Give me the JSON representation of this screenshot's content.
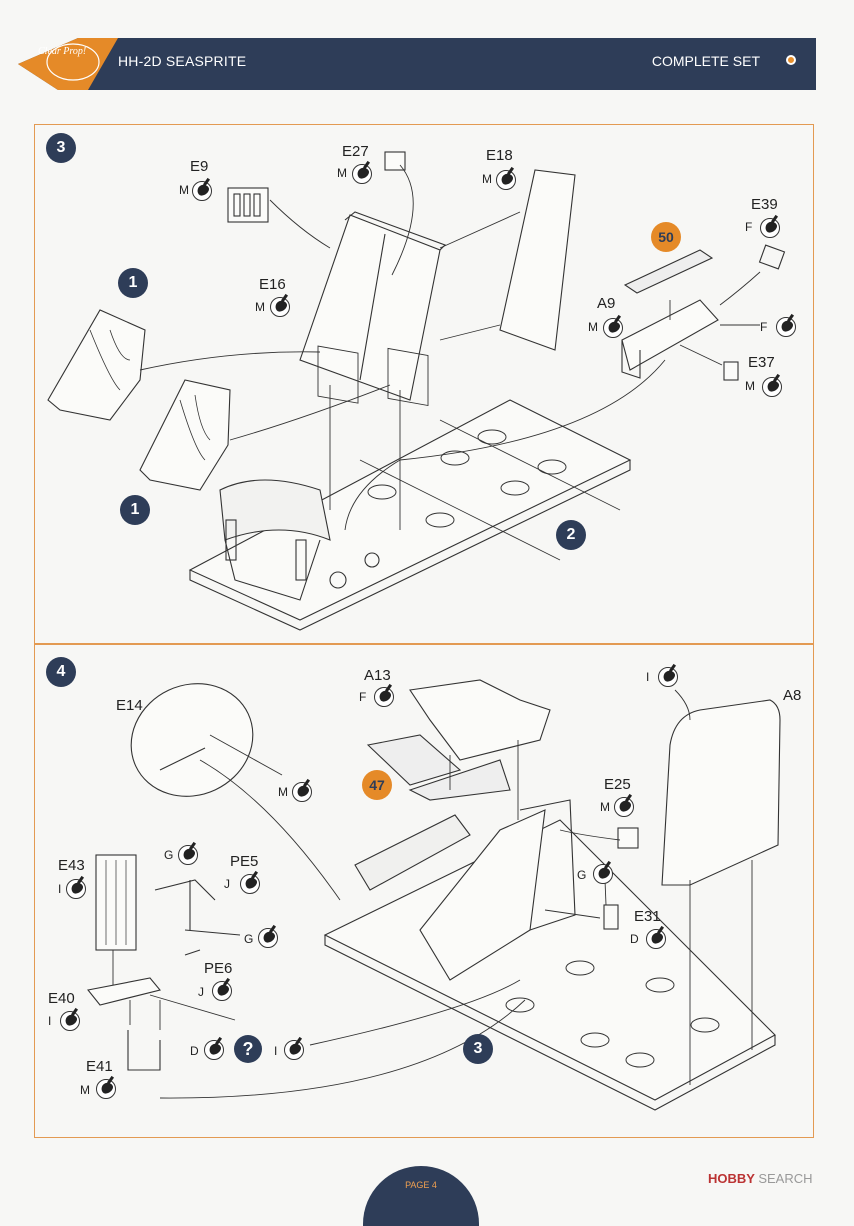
{
  "header": {
    "logo_text": "Clear Prop!",
    "title": "HH-2D SEASPRITE",
    "set_label": "COMPLETE SET"
  },
  "colors": {
    "navy": "#2e3d58",
    "orange": "#e58a28",
    "border": "#e39a52"
  },
  "step3": {
    "step_number": "3",
    "callouts": [
      "1",
      "1",
      "2"
    ],
    "etched_badge": "50",
    "parts": [
      {
        "id": "E9",
        "paint": "M"
      },
      {
        "id": "E27",
        "paint": "M"
      },
      {
        "id": "E18",
        "paint": "M"
      },
      {
        "id": "E39",
        "paint": "F"
      },
      {
        "id": "E16",
        "paint": "M"
      },
      {
        "id": "A9",
        "paint": "M"
      },
      {
        "id": "",
        "paint": "F"
      },
      {
        "id": "E37",
        "paint": "M"
      }
    ]
  },
  "step4": {
    "step_number": "4",
    "callout": "3",
    "etched_badge": "47",
    "question": "?",
    "parts": [
      {
        "id": "A13",
        "paint": "F"
      },
      {
        "id": "E14",
        "paint": ""
      },
      {
        "id": "",
        "paint": "M"
      },
      {
        "id": "",
        "paint": "I"
      },
      {
        "id": "A8",
        "paint": ""
      },
      {
        "id": "E25",
        "paint": "M"
      },
      {
        "id": "",
        "paint": "G"
      },
      {
        "id": "E31",
        "paint": "D"
      },
      {
        "id": "E43",
        "paint": "I"
      },
      {
        "id": "",
        "paint": "G"
      },
      {
        "id": "PE5",
        "paint": "J"
      },
      {
        "id": "",
        "paint": "G"
      },
      {
        "id": "PE6",
        "paint": "J"
      },
      {
        "id": "E40",
        "paint": "I"
      },
      {
        "id": "",
        "paint": "D"
      },
      {
        "id": "",
        "paint": "I"
      },
      {
        "id": "E41",
        "paint": "M"
      }
    ]
  },
  "footer": {
    "page": "PAGE 4"
  },
  "watermark": {
    "brand": "HOBBY",
    "suffix": "SEARCH"
  }
}
